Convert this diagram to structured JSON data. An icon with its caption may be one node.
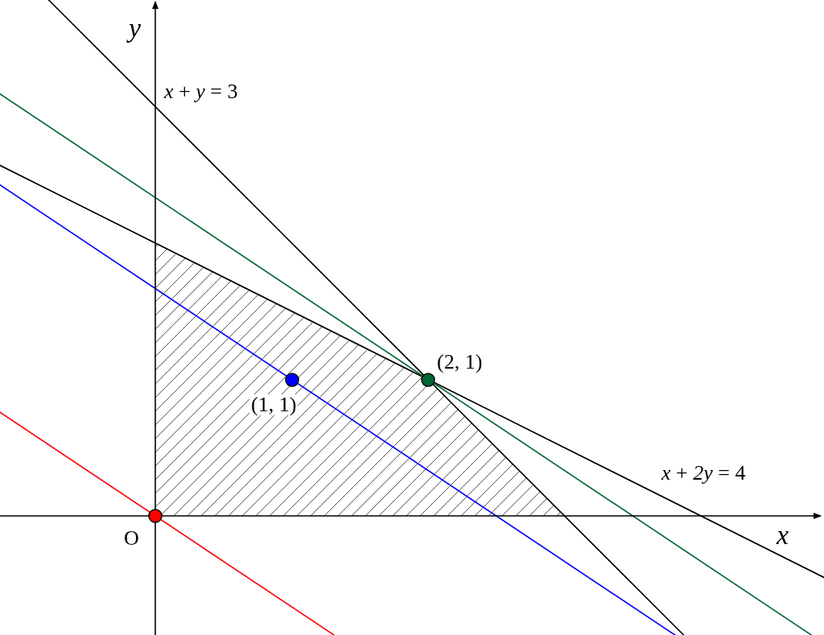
{
  "diagram": {
    "nodes": [
      {
        "text": [],
        "shape": "circle",
        "beside": [
          "O"
        ]
      },
      {
        "text": [],
        "shape": "circle",
        "beside": [
          "(1, 1)"
        ]
      },
      {
        "text": [],
        "shape": "circle",
        "beside": [
          "(2, 1)"
        ]
      }
    ],
    "labels": [
      "*x* + *y* = 3",
      "*x* + *2y* = 4",
      "x",
      "y"
    ]
  }
}
